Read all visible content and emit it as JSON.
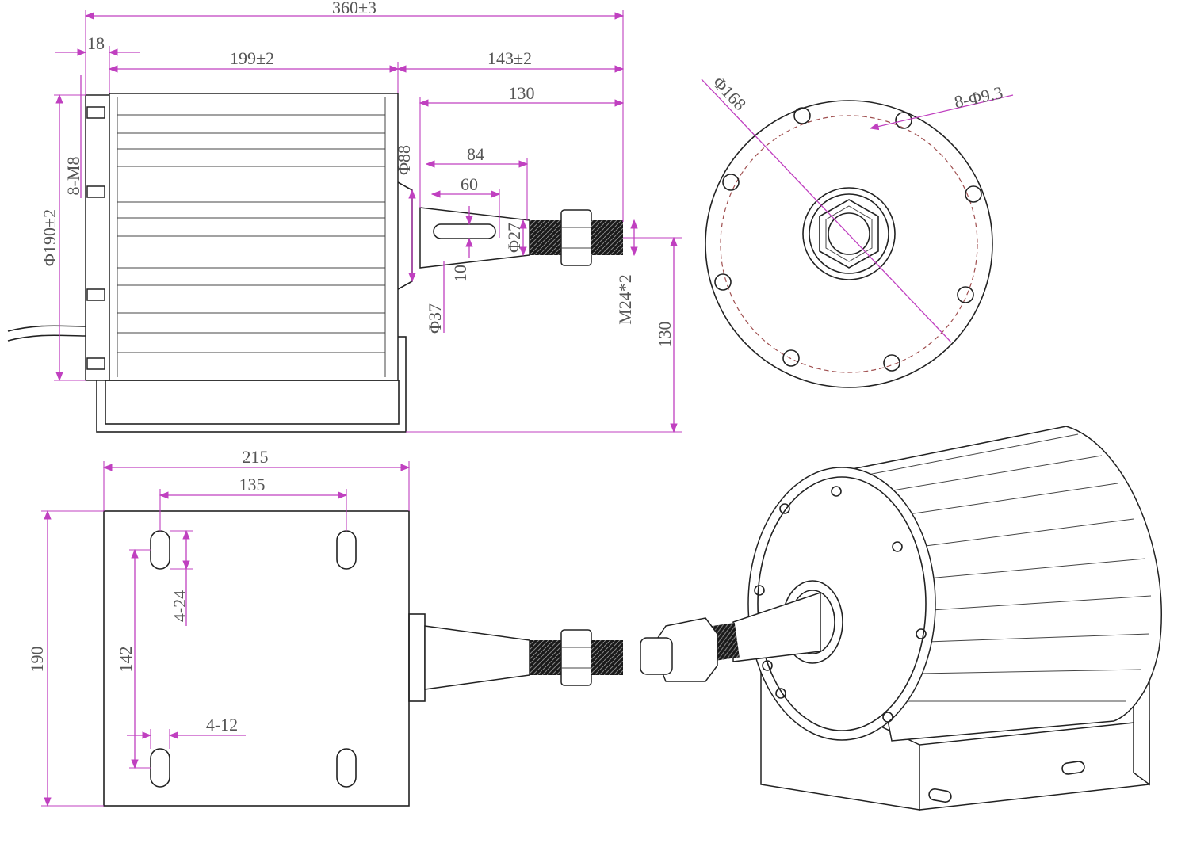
{
  "side_view": {
    "overall_length": "360±3",
    "flange_thickness": "18",
    "body_length": "199±2",
    "shaft_length": "143±2",
    "shaft_to_thread": "130",
    "taper_outer": "84",
    "taper_inner": "60",
    "boss_diameter": "Φ88",
    "shaft_diameter": "Φ27",
    "hub_diameter": "Φ37",
    "key_width": "10",
    "thread_spec": "M24*2",
    "center_height": "130",
    "body_diameter": "Φ190±2",
    "bolts": "8-M8"
  },
  "end_view": {
    "pcd": "Φ168",
    "holes": "8-Φ9.3"
  },
  "base_view": {
    "base_width": "215",
    "hole_spacing_x": "135",
    "base_depth": "190",
    "hole_spacing_y": "142",
    "slot_size": "4-24",
    "slot_width": "4-12"
  },
  "colors": {
    "dimension": "#c040c0",
    "ink": "#222222",
    "text": "#555555"
  }
}
